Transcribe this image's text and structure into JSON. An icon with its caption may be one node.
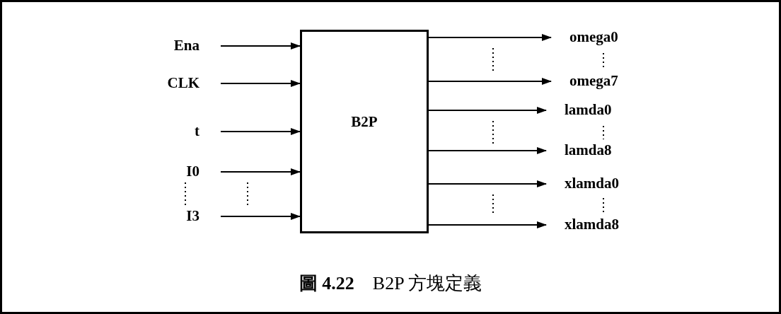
{
  "diagram": {
    "caption": "**圖 4.22**　B2P 方塊定義",
    "nodes": [
      {
        "text": [
          "B2P"
        ]
      },
      {
        "text": [
          "Ena"
        ]
      },
      {
        "text": [
          "CLK"
        ]
      },
      {
        "text": [
          "t"
        ]
      },
      {
        "text": [
          "I0"
        ]
      },
      {
        "text": [
          "I3"
        ]
      },
      {
        "text": [
          "omega0"
        ]
      },
      {
        "text": [
          "omega7"
        ]
      },
      {
        "text": [
          "lamda0"
        ]
      },
      {
        "text": [
          "lamda8"
        ]
      },
      {
        "text": [
          "xlamda0"
        ]
      },
      {
        "text": [
          "xlamda8"
        ]
      }
    ],
    "edges": [
      {
        "from": 1,
        "to": 0,
        "arrow": "to"
      },
      {
        "from": 2,
        "to": 0,
        "arrow": "to"
      },
      {
        "from": 3,
        "to": 0,
        "arrow": "to"
      },
      {
        "from": 4,
        "to": 0,
        "arrow": "to"
      },
      {
        "from": 5,
        "to": 0,
        "arrow": "to"
      },
      {
        "from": 0,
        "to": 6,
        "arrow": "to"
      },
      {
        "from": 0,
        "to": 7,
        "arrow": "to"
      },
      {
        "from": 0,
        "to": 8,
        "arrow": "to"
      },
      {
        "from": 0,
        "to": 9,
        "arrow": "to"
      },
      {
        "from": 0,
        "to": 10,
        "arrow": "to"
      },
      {
        "from": 0,
        "to": 11,
        "arrow": "to"
      }
    ]
  }
}
